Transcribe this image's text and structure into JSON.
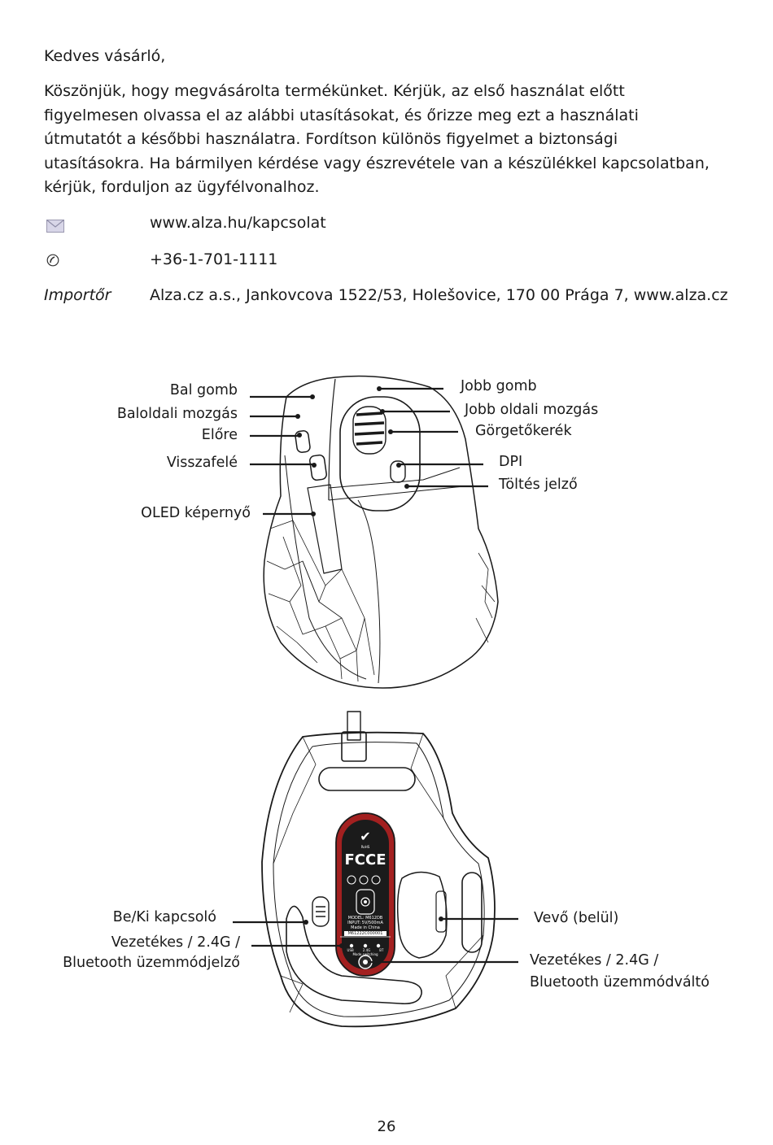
{
  "greeting": "Kedves vásárló,",
  "intro": "Köszönjük, hogy megvásárolta termékünket. Kérjük, az első használat előtt figyelmesen olvassa el az alábbi utasításokat, és őrizze meg ezt a használati útmutatót a későbbi használatra. Fordítson különös figyelmet a biztonsági utasításokra. Ha bármilyen kérdése vagy észrevétele van a készülékkel kapcsolatban, kérjük, forduljon az ügyfélvonalhoz.",
  "contact": {
    "email_icon": "envelope-icon",
    "web": "www.alza.hu/kapcsolat",
    "phone_icon": "phone-icon",
    "phone": "+36-1-701-1111",
    "importer_label": "Importőr",
    "importer": "Alza.cz a.s., Jankovcova 1522/53, Holešovice, 170 00 Prága 7, www.alza.cz"
  },
  "top_view": {
    "left_labels": [
      "Bal gomb",
      "Baloldali mozgás",
      "Előre",
      "Visszafelé",
      "OLED képernyő"
    ],
    "right_labels": [
      "Jobb gomb",
      "Jobb oldali mozgás",
      "Görgetőkerék",
      "DPI",
      "Töltés jelző"
    ]
  },
  "bottom_view": {
    "power_switch": "Be/Ki kapcsoló",
    "mode_indicator_1": "Vezetékes / 2.4G /",
    "mode_indicator_2": "Bluetooth üzemmódjelző",
    "receiver": "Vevő (belül)",
    "mode_switch_1": "Vezetékes / 2.4G /",
    "mode_switch_2": "Bluetooth üzemmódváltó",
    "sticker": {
      "model": "MODEL: M612DB",
      "input": "INPUT: 5V/500mA",
      "origin": "Made in China",
      "serial": "M61222C000001",
      "modes": [
        "USB",
        "2.4G",
        "BT"
      ],
      "mode_caption": "Mode switching"
    }
  },
  "page_number": "26",
  "colors": {
    "text": "#1a1a1a",
    "sticker_red": "#a32020"
  }
}
